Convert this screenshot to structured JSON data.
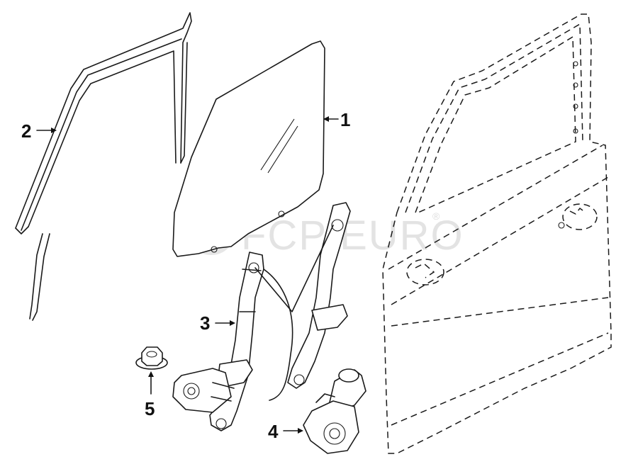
{
  "watermark": {
    "text": "FCP EURO",
    "registered_mark": "®"
  },
  "callouts": [
    {
      "id": "1",
      "label": "1"
    },
    {
      "id": "2",
      "label": "2"
    },
    {
      "id": "3",
      "label": "3"
    },
    {
      "id": "4",
      "label": "4"
    },
    {
      "id": "5",
      "label": "5"
    }
  ]
}
